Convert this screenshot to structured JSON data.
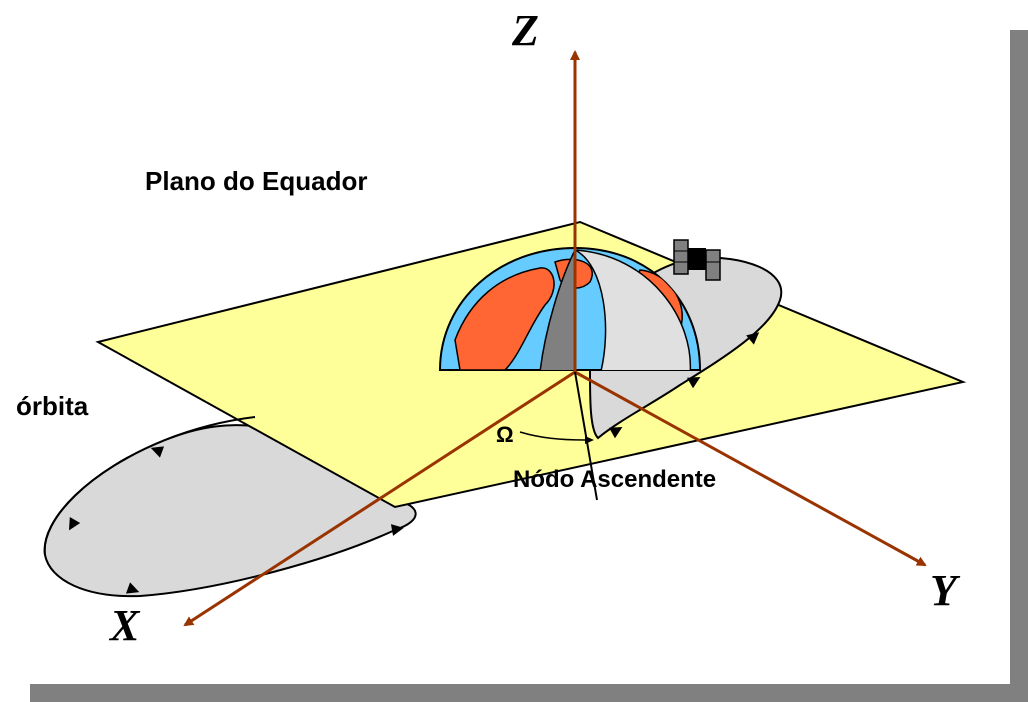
{
  "labels": {
    "axis_z": "Z",
    "axis_x": "X",
    "axis_y": "Y",
    "plane": "Plano do Equador",
    "orbit": "órbita",
    "omega": "Ω",
    "node": "Nódo Ascendente"
  },
  "colors": {
    "plane": "#ffff99",
    "axis": "#993300",
    "orbit_fill": "#d9d9d9",
    "ocean": "#66ccff",
    "land": "#ff6633",
    "frame_shadow": "#808080"
  }
}
